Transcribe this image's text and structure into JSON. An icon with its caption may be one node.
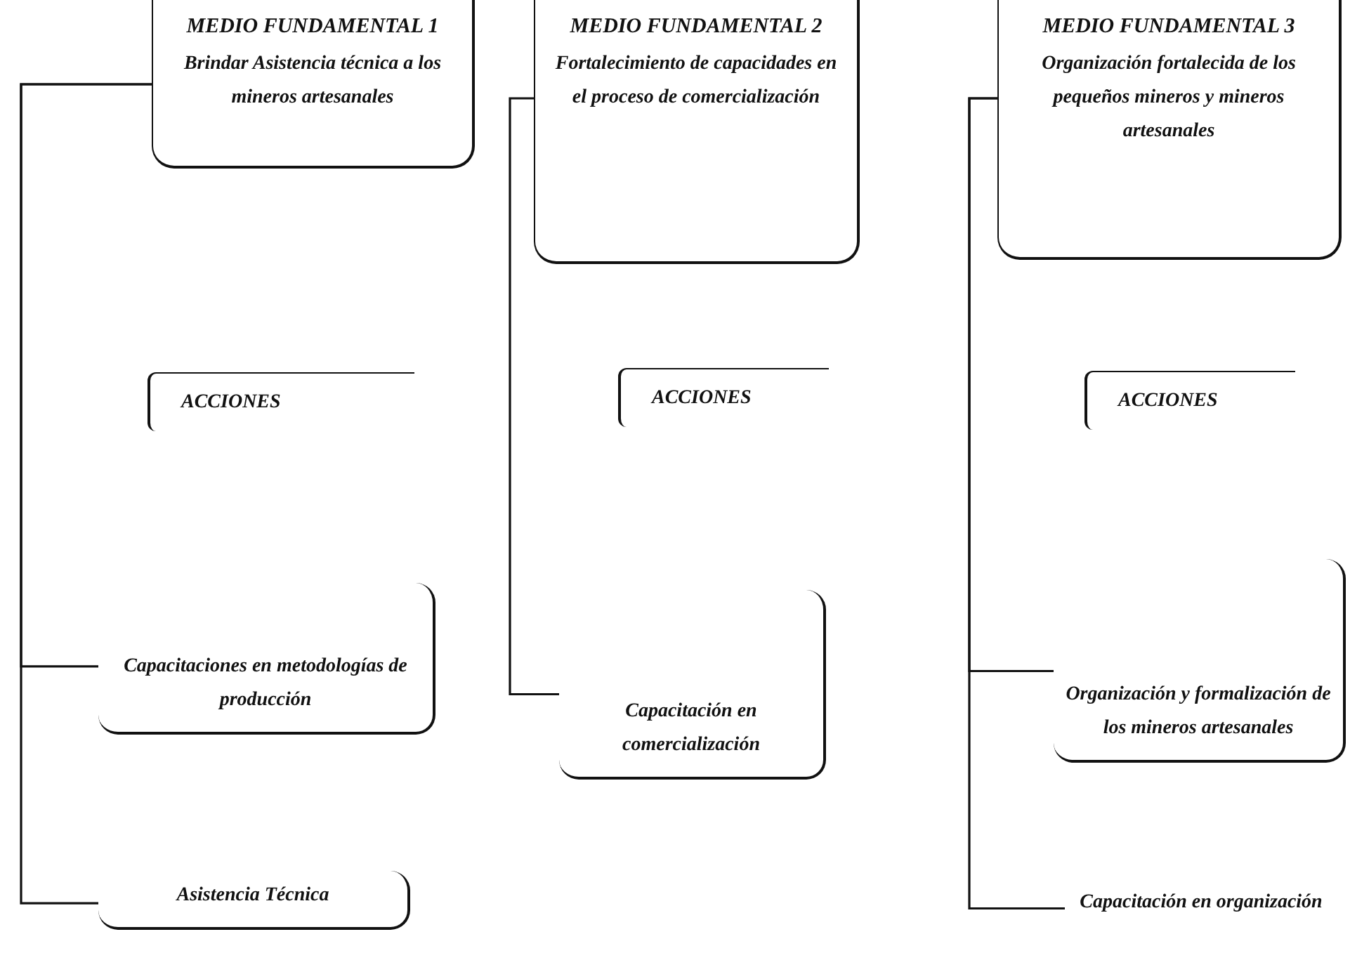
{
  "diagram": {
    "nodes": [
      {
        "text": [
          "MEDIO FUNDAMENTAL 1",
          "Brindar Asistencia técnica a los mineros artesanales"
        ]
      },
      {
        "text": [
          "ACCIONES"
        ]
      },
      {
        "text": [
          "Capacitaciones en metodologías de producción"
        ]
      },
      {
        "text": [
          "Asistencia Técnica"
        ]
      },
      {
        "text": [
          "MEDIO FUNDAMENTAL 2",
          "Fortalecimiento de capacidades en el proceso de comercialización"
        ]
      },
      {
        "text": [
          "ACCIONES"
        ]
      },
      {
        "text": [
          "Capacitación en comercialización"
        ]
      },
      {
        "text": [
          "MEDIO FUNDAMENTAL 3",
          "Organización fortalecida de los pequeños mineros y mineros artesanales"
        ]
      },
      {
        "text": [
          "ACCIONES"
        ]
      },
      {
        "text": [
          "Organización y formalización de los mineros artesanales"
        ]
      },
      {
        "text": [
          "Capacitación en organización"
        ]
      }
    ],
    "edges": [
      {
        "from": 0,
        "to": 2,
        "arrow": "none"
      },
      {
        "from": 0,
        "to": 3,
        "arrow": "none"
      },
      {
        "from": 4,
        "to": 6,
        "arrow": "none"
      },
      {
        "from": 7,
        "to": 9,
        "arrow": "none"
      },
      {
        "from": 7,
        "to": 10,
        "arrow": "none"
      }
    ]
  }
}
